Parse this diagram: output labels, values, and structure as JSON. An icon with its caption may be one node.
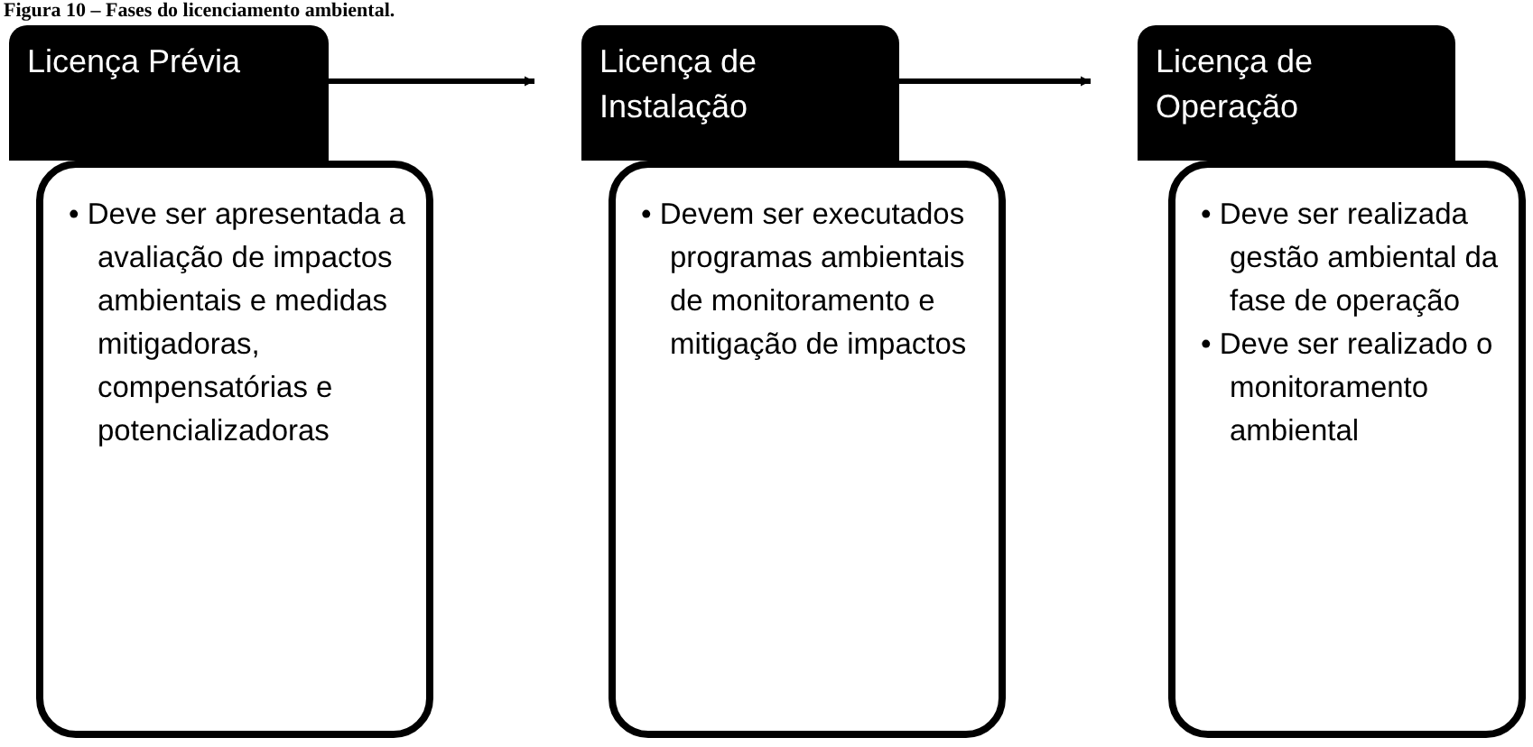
{
  "diagram": {
    "title": "Figura 10 – Fases do licenciamento ambiental.",
    "nodes": [
      {
        "text": [
          "Licença Prévia"
        ]
      },
      {
        "text": [
          "• Deve ser apresentada a avaliação de impactos ambientais e medidas mitigadoras, compensatórias e potencializadoras"
        ]
      },
      {
        "text": [
          "Licença de Instalação"
        ]
      },
      {
        "text": [
          "• Devem ser executados programas ambientais de monitoramento e mitigação de impactos"
        ]
      },
      {
        "text": [
          "Licença de Operação"
        ]
      },
      {
        "text": [
          "• Deve ser realizada gestão ambiental da fase de operação",
          "• Deve ser realizado o monitoramento ambiental"
        ]
      }
    ],
    "edges": [
      {
        "from": 0,
        "to": 2,
        "arrow": "to"
      },
      {
        "from": 2,
        "to": 4,
        "arrow": "to"
      }
    ]
  }
}
